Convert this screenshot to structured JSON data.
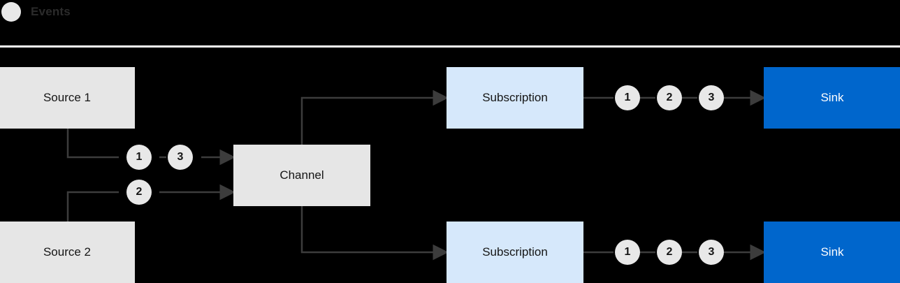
{
  "legend": {
    "icon": "event-dot-icon",
    "label": "Events"
  },
  "nodes": {
    "source1": "Source 1",
    "source2": "Source 2",
    "channel": "Channel",
    "subscription1": "Subscription",
    "subscription2": "Subscription",
    "sink1": "Sink",
    "sink2": "Sink"
  },
  "tokens": {
    "source1_out": [
      "1",
      "3"
    ],
    "source2_out": [
      "2"
    ],
    "sub1_out": [
      "1",
      "2",
      "3"
    ],
    "sub2_out": [
      "1",
      "2",
      "3"
    ]
  },
  "colors": {
    "background": "#000000",
    "grey_box": "#e6e6e6",
    "light_blue_box": "#d6e8fb",
    "blue_box": "#0066cc",
    "token": "#e8e8e8",
    "wire": "#3c3c3c",
    "divider": "#ffffff"
  }
}
